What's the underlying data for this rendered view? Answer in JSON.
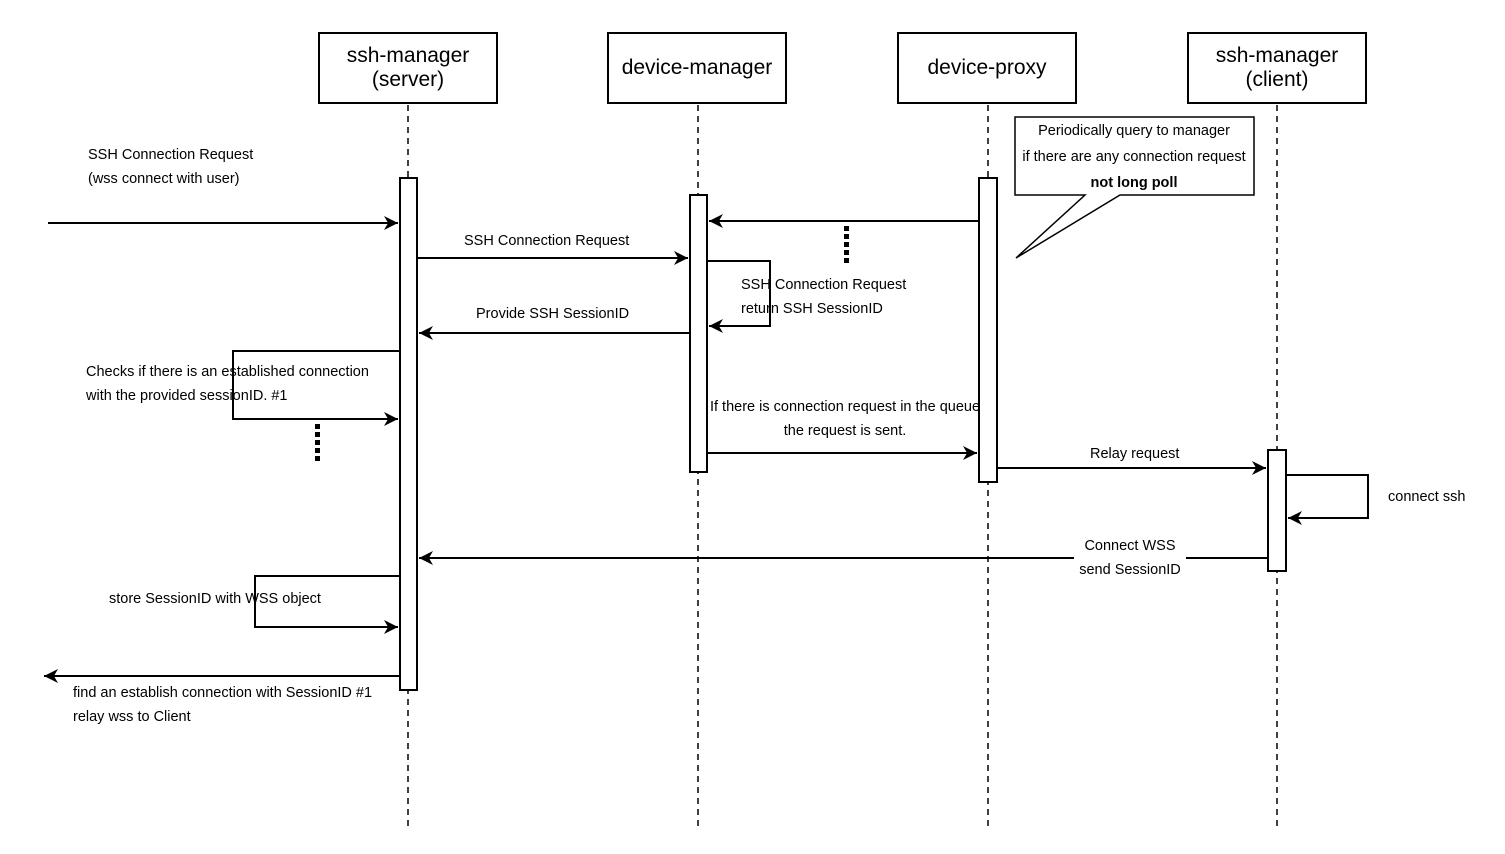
{
  "actors": [
    {
      "id": "ssh-manager-server",
      "label": "ssh-manager\n(server)"
    },
    {
      "id": "device-manager",
      "label": "device-manager"
    },
    {
      "id": "device-proxy",
      "label": "device-proxy"
    },
    {
      "id": "ssh-manager-client",
      "label": "ssh-manager\n(client)"
    }
  ],
  "messages": {
    "incoming_request": {
      "line1": "SSH Connection Request",
      "line2": "(wss connect with user)"
    },
    "server_to_dm": "SSH Connection Request",
    "dm_self": {
      "line1": "SSH Connection Request",
      "line2": "return SSH SessionID"
    },
    "dm_to_server": "Provide SSH SessionID",
    "server_self_check": {
      "line1": "Checks if there is an established connection",
      "line2": "with the provided sessionID. #1"
    },
    "dm_to_proxy": {
      "line1": "If there is connection request in the queue",
      "line2": "the request is sent."
    },
    "proxy_to_client": "Relay request",
    "client_self": "connect ssh",
    "client_to_server": {
      "line1": "Connect  WSS",
      "line2": "send SessionID"
    },
    "server_self_store": "store SessionID with WSS object",
    "outgoing": {
      "line1": "find an establish connection with SessionID #1",
      "line2": "relay wss to Client"
    }
  },
  "note": {
    "line1": "Periodically query to manager",
    "line2": "if there are any connection request",
    "line3": "not long poll"
  }
}
